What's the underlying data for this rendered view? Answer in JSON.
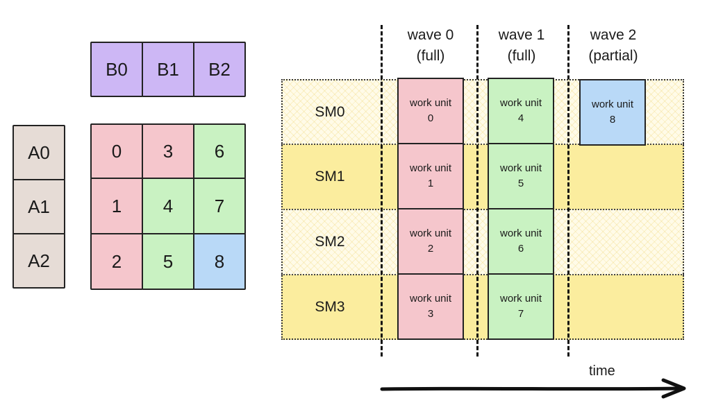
{
  "matrix_b": [
    "B0",
    "B1",
    "B2"
  ],
  "matrix_a": [
    "A0",
    "A1",
    "A2"
  ],
  "grid": [
    [
      "0",
      "3",
      "6"
    ],
    [
      "1",
      "4",
      "7"
    ],
    [
      "2",
      "5",
      "8"
    ]
  ],
  "waves": [
    {
      "name": "wave 0",
      "status": "(full)"
    },
    {
      "name": "wave 1",
      "status": "(full)"
    },
    {
      "name": "wave 2",
      "status": "(partial)"
    }
  ],
  "sms": [
    "SM0",
    "SM1",
    "SM2",
    "SM3"
  ],
  "work_unit_label": "work unit",
  "wave0_units": [
    "0",
    "1",
    "2",
    "3"
  ],
  "wave1_units": [
    "4",
    "5",
    "6",
    "7"
  ],
  "wave2_units": [
    "8"
  ],
  "time_label": "time",
  "colors": {
    "wave0": "#f5c6cc",
    "wave1": "#c9f2c2",
    "wave2": "#b9d9f7",
    "matrix_b": "#cdb7f5",
    "matrix_a": "#e6dcd6"
  }
}
